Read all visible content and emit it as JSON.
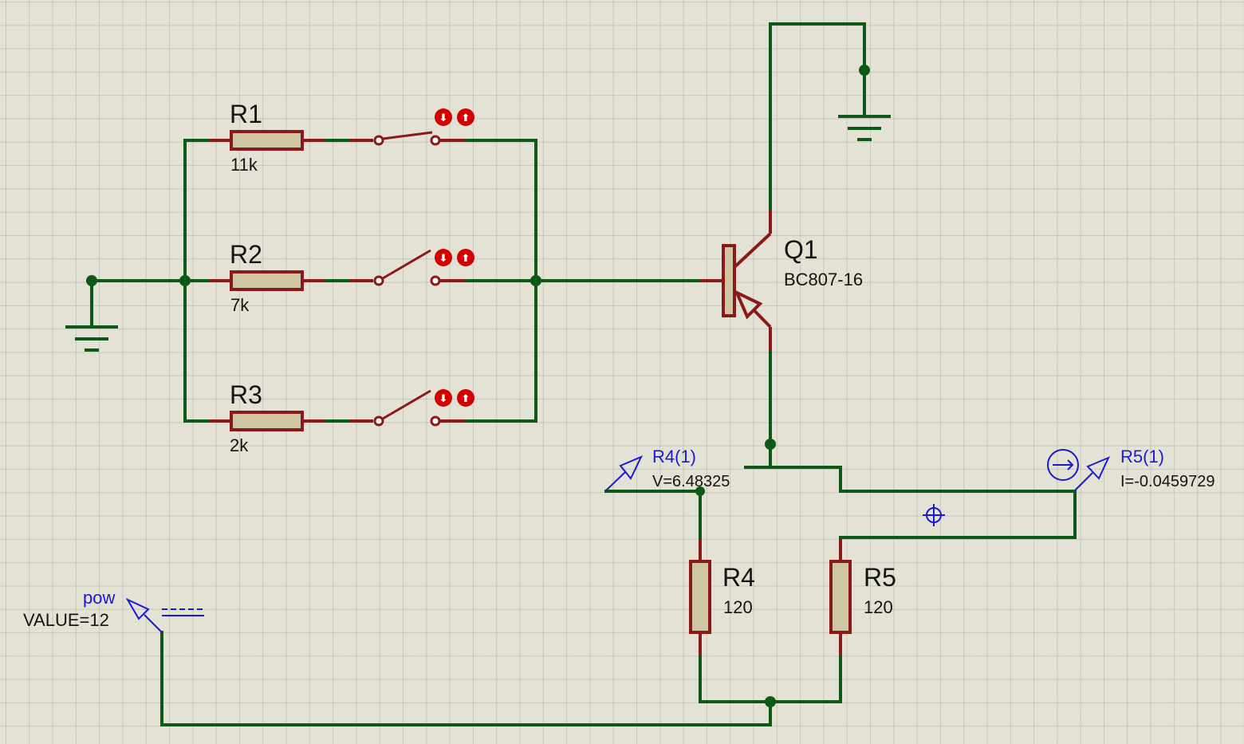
{
  "components": {
    "r1": {
      "ref": "R1",
      "value": "11k"
    },
    "r2": {
      "ref": "R2",
      "value": "7k"
    },
    "r3": {
      "ref": "R3",
      "value": "2k"
    },
    "r4": {
      "ref": "R4",
      "value": "120"
    },
    "r5": {
      "ref": "R5",
      "value": "120"
    },
    "q1": {
      "ref": "Q1",
      "value": "BC807-16"
    }
  },
  "probes": {
    "voltage": {
      "name": "R4(1)",
      "reading": "V=6.48325"
    },
    "current": {
      "name": "R5(1)",
      "reading": "I=-0.0459729"
    }
  },
  "power": {
    "name": "pow",
    "value": "VALUE=12"
  },
  "switch_buttons": {
    "down": "⬇",
    "up": "⬆"
  },
  "colors": {
    "wire": "#0d5a16",
    "component": "#8a1a1a",
    "component_fill": "#cfc6a3",
    "probe": "#1a1ad0",
    "grid_bg": "#e3e2d4"
  }
}
